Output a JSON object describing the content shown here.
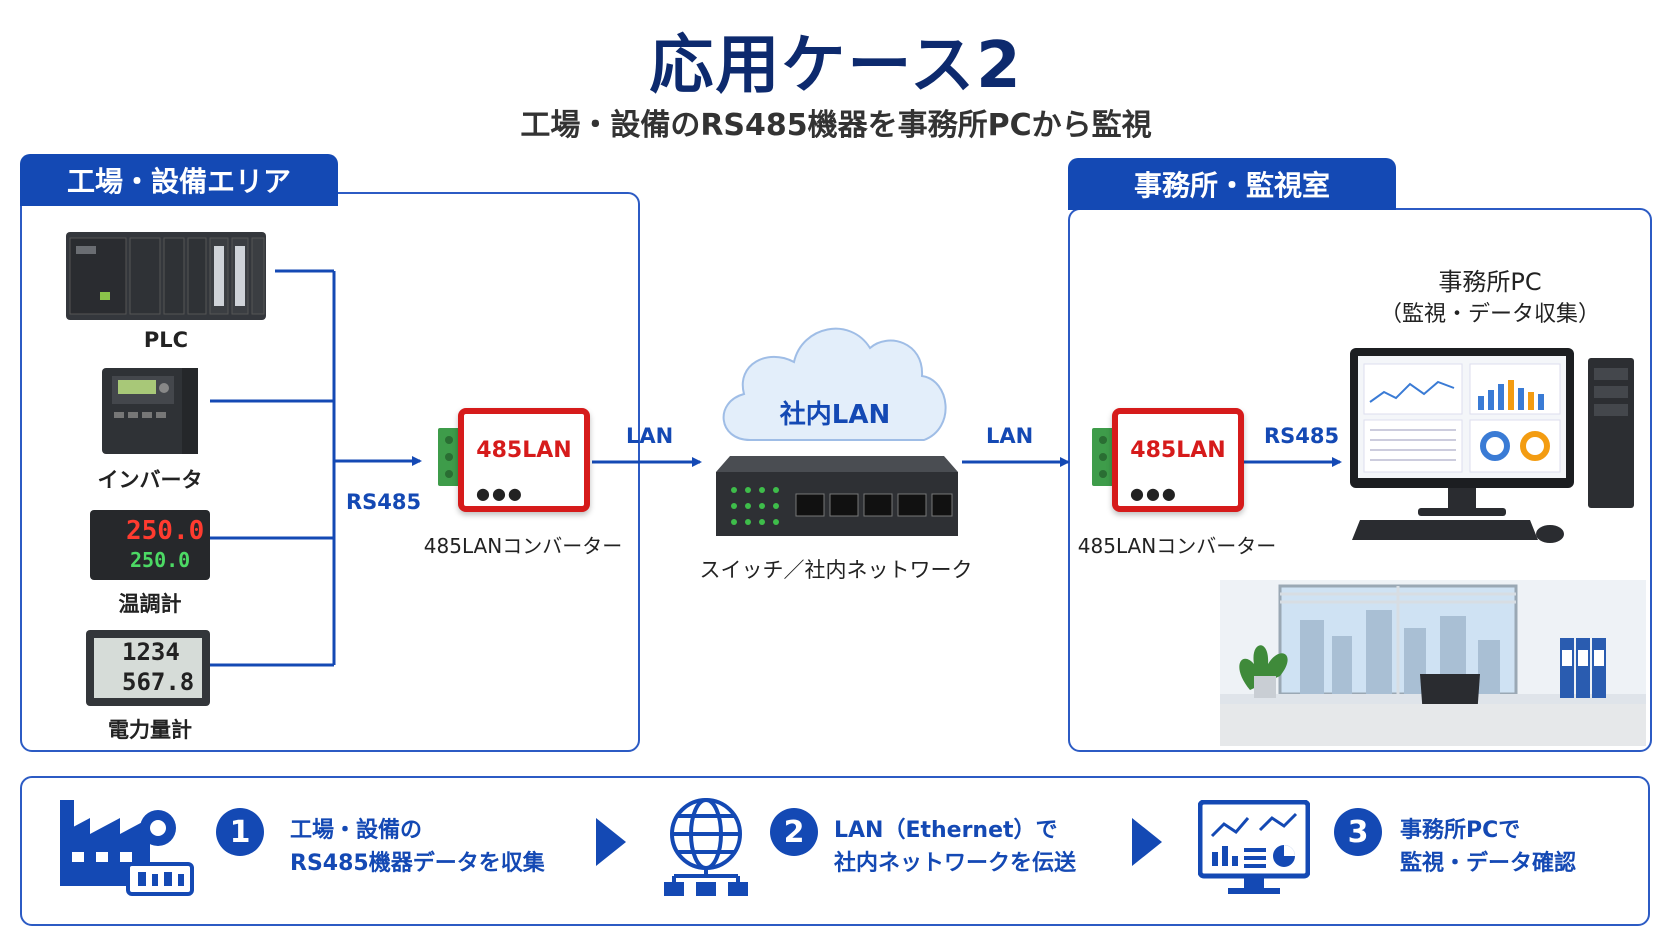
{
  "title": "応用ケース2",
  "subtitle": "工場・設備のRS485機器を事務所PCから監視",
  "factory": {
    "tab": "工場・設備エリア",
    "devices": [
      {
        "label": "PLC"
      },
      {
        "label": "インバータ"
      },
      {
        "label": "温調計",
        "display_top": "250.0",
        "display_bottom": "250.0"
      },
      {
        "label": "電力量計",
        "display_top": "1234",
        "display_bottom": "567.8"
      }
    ],
    "bus_label": "RS485",
    "converter_text": "485LAN",
    "converter_caption": "485LANコンバーター"
  },
  "network": {
    "left_link": "LAN",
    "right_link": "LAN",
    "cloud_label": "社内LAN",
    "switch_caption": "スイッチ／社内ネットワーク"
  },
  "office": {
    "tab": "事務所・監視室",
    "converter_text": "485LAN",
    "converter_caption": "485LANコンバーター",
    "link_label": "RS485",
    "pc_title": "事務所PC",
    "pc_sub": "（監視・データ収集）"
  },
  "steps": [
    {
      "num": "1",
      "line1": "工場・設備の",
      "line2": "RS485機器データを収集"
    },
    {
      "num": "2",
      "line1": "LAN（Ethernet）で",
      "line2": "社内ネットワークを伝送"
    },
    {
      "num": "3",
      "line1": "事務所PCで",
      "line2": "監視・データ確認"
    }
  ],
  "colors": {
    "brand": "#1449b4",
    "title": "#0d2a6e",
    "converter": "#d61b1b"
  }
}
